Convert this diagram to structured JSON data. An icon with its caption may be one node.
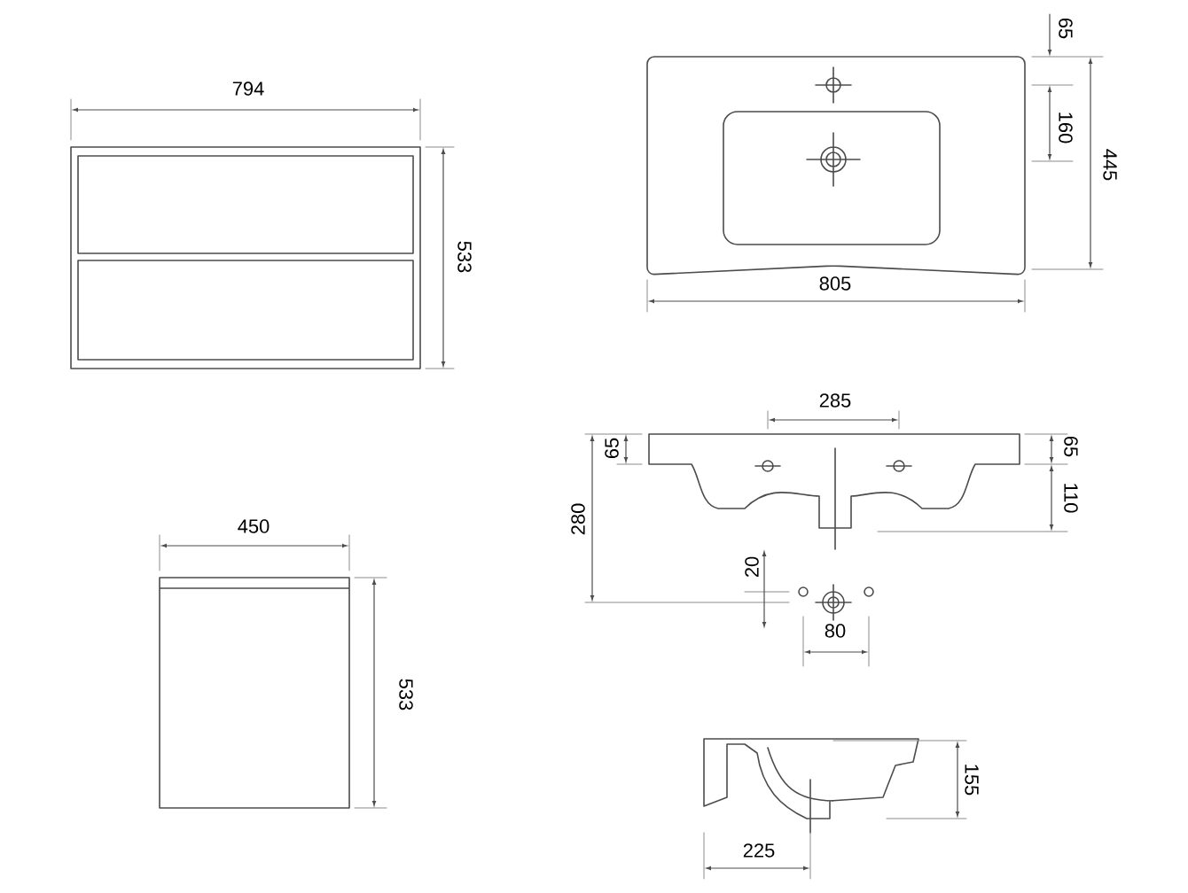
{
  "diagram": {
    "labels": [
      "794",
      "533",
      "805",
      "65",
      "160",
      "445",
      "285",
      "65",
      "280",
      "65",
      "110",
      "20",
      "80",
      "450",
      "533",
      "155",
      "225"
    ]
  }
}
